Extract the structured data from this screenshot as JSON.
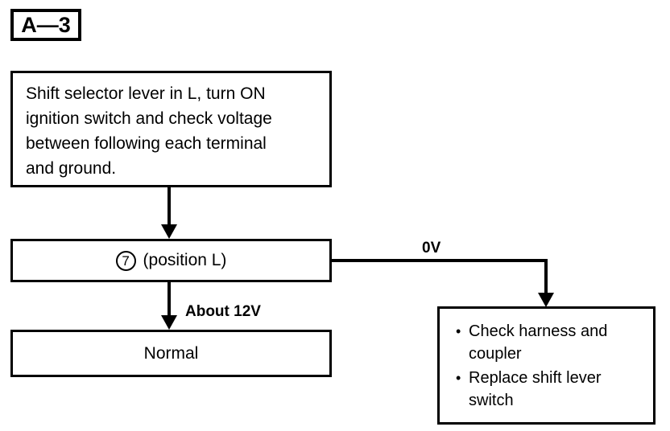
{
  "diagram": {
    "type": "flowchart",
    "step_tag": {
      "label": "A—3"
    },
    "instruction": {
      "lines": [
        "Shift selector lever in L, turn ON",
        "ignition switch and check voltage",
        "between following each terminal",
        "and  ground."
      ]
    },
    "measurement": {
      "terminal_number": "7",
      "text": "(position L)"
    },
    "outcome_normal": {
      "label": "Normal"
    },
    "outcome_action": {
      "bullet": "•",
      "items": [
        "Check harness and coupler",
        "Replace shift lever switch"
      ]
    },
    "edges": {
      "normal_label": "About  12V",
      "fault_label": "0V"
    },
    "colors": {
      "ink": "#000000",
      "paper": "#ffffff"
    }
  }
}
